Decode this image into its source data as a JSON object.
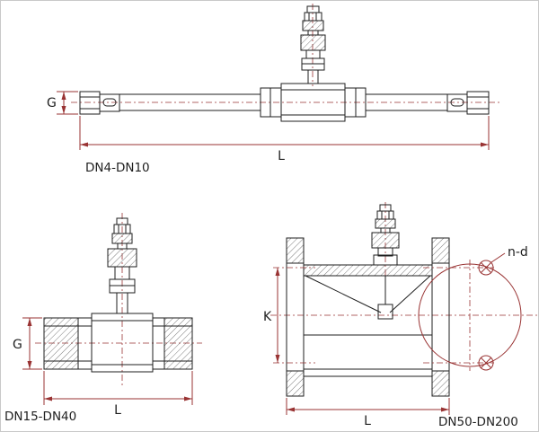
{
  "diagrams": {
    "threaded_small": {
      "range_label": "DN4-DN10",
      "dim_g": "G",
      "dim_l": "L"
    },
    "threaded_medium": {
      "range_label": "DN15-DN40",
      "dim_g": "G",
      "dim_l": "L"
    },
    "flanged_large": {
      "range_label": "DN50-DN200",
      "dim_k": "K",
      "dim_l": "L",
      "bolt_note": "n-d"
    }
  },
  "colors": {
    "line": "#1f1f1f",
    "dimension": "#993333",
    "background": "#ffffff"
  }
}
